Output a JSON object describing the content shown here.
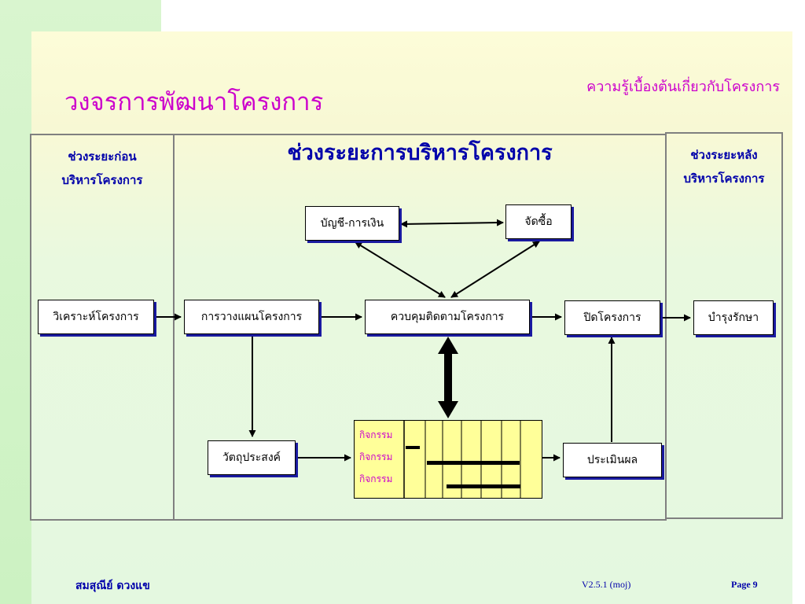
{
  "slide": {
    "title": "วงจรการพัฒนาโครงการ",
    "subtitle": "ความรู้เบื้องต้นเกี่ยวกับโครงการ"
  },
  "phases": {
    "pre": {
      "line1": "ช่วงระยะก่อน",
      "line2": "บริหารโครงการ"
    },
    "main": {
      "heading": "ช่วงระยะการบริหารโครงการ"
    },
    "post": {
      "line1": "ช่วงระยะหลัง",
      "line2": "บริหารโครงการ"
    }
  },
  "boxes": {
    "accounting": "บัญชี-การเงิน",
    "procurement": "จัดซื้อ",
    "analysis": "วิเคราะห์โครงการ",
    "planning": "การวางแผนโครงการ",
    "monitoring": "ควบคุมติดตามโครงการ",
    "closing": "ปิดโครงการ",
    "maintenance": "บำรุงรักษา",
    "objectives": "วัตถุประสงค์",
    "evaluation": "ประเมินผล"
  },
  "gantt": {
    "activities": [
      "กิจกรรม",
      "กิจกรรม",
      "กิจกรรม"
    ]
  },
  "footer": {
    "author": "สมสุณีย์  ดวงแข",
    "version": "V2.5.1 (moj)",
    "page": "Page 9"
  },
  "colors": {
    "title": "#cc00cc",
    "heading": "#0000aa",
    "gantt_fill": "#ffff99"
  }
}
